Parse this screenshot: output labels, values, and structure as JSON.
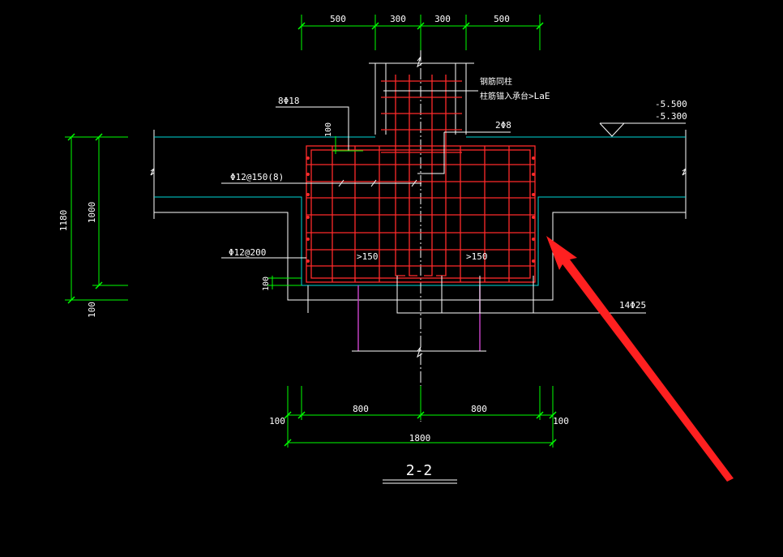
{
  "dims": {
    "top": [
      "500",
      "300",
      "300",
      "500"
    ],
    "bottom_mid": [
      "800",
      "800"
    ],
    "bottom_ends": [
      "100",
      "100"
    ],
    "bottom_total": "1800",
    "left_outer": "1180",
    "left_inner": "1000",
    "left_base": "100",
    "column_gap": "100",
    "slab_gap": "100"
  },
  "labels": {
    "column_note_1": "钢筋同柱",
    "column_note_2": "柱筋锚入承台",
    "lae": ">LaE",
    "column_bars": "8Φ18",
    "stirrup_legs": "2Φ8",
    "side_bars": "Φ12@150(8)",
    "side_bars_2": "Φ12@200",
    "spacing_left": ">150",
    "spacing_right": ">150",
    "bottom_bars": "14Φ25",
    "elev_top": "-5.500",
    "elev_bottom": "-5.300",
    "section_title": "2-2"
  },
  "colors": {
    "background": "#000000",
    "dimension": "#00ff00",
    "rebar": "#ff2a2a",
    "outline": "#ffffff",
    "slab": "#00d7d7",
    "pile": "#c040c0",
    "arrow": "#ff2020"
  }
}
